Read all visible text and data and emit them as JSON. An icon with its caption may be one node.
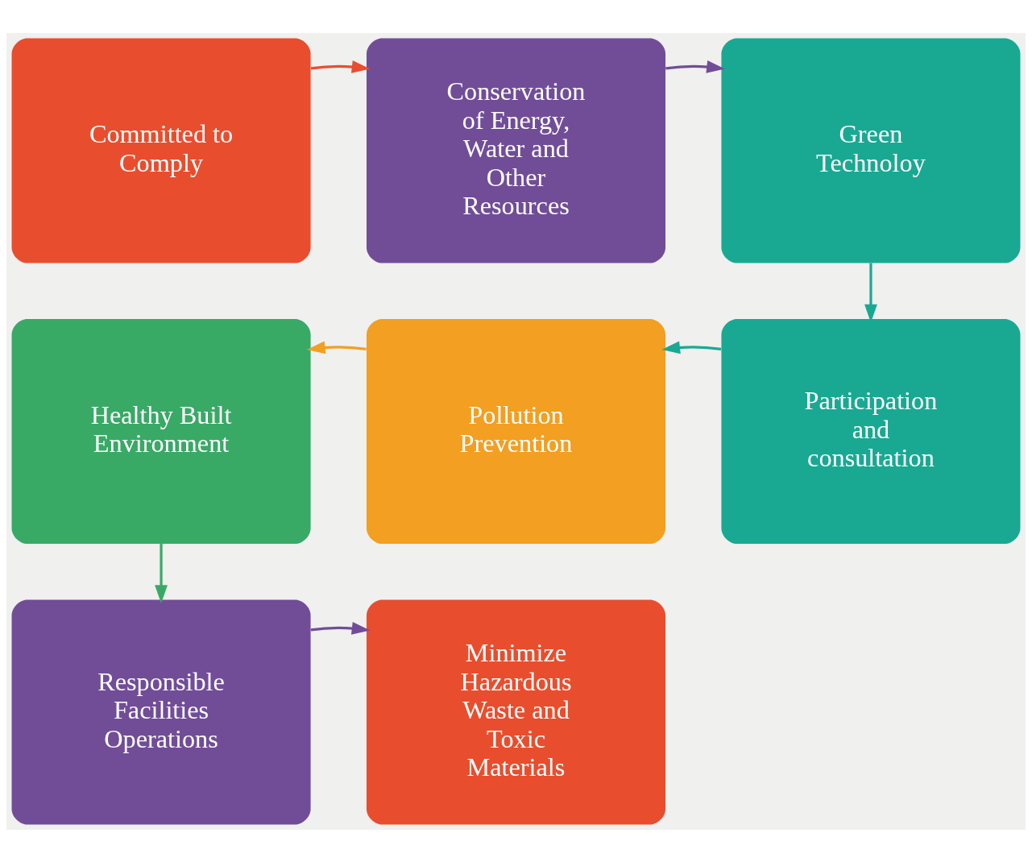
{
  "diagram": {
    "nodes": [
      {
        "text": [
          "Committed to Comply"
        ]
      },
      {
        "text": [
          "Conservation of Energy, Water and Other Resources"
        ]
      },
      {
        "text": [
          "Green Technoloy"
        ]
      },
      {
        "text": [
          "Participation and consultation"
        ]
      },
      {
        "text": [
          "Pollution Prevention"
        ]
      },
      {
        "text": [
          "Healthy Built Environment"
        ]
      },
      {
        "text": [
          "Responsible Facilities Operations"
        ]
      },
      {
        "text": [
          "Minimize Hazardous Waste and Toxic Materials"
        ]
      }
    ],
    "edges": [
      {
        "from": 0,
        "to": 1,
        "arrow": "to",
        "color": "#e84e2e"
      },
      {
        "from": 1,
        "to": 2,
        "arrow": "to",
        "color": "#714d98"
      },
      {
        "from": 2,
        "to": 3,
        "arrow": "to",
        "color": "#19a993"
      },
      {
        "from": 3,
        "to": 4,
        "arrow": "to",
        "color": "#19a993"
      },
      {
        "from": 4,
        "to": 5,
        "arrow": "to",
        "color": "#f29f22"
      },
      {
        "from": 5,
        "to": 6,
        "arrow": "to",
        "color": "#39a966"
      },
      {
        "from": 6,
        "to": 7,
        "arrow": "to",
        "color": "#714d98"
      }
    ]
  }
}
